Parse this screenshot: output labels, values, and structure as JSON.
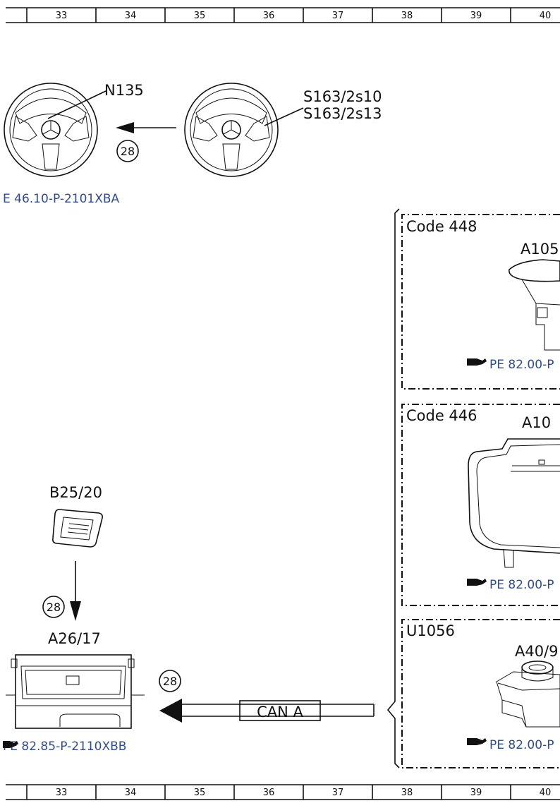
{
  "ruler": {
    "columns": [
      "33",
      "34",
      "35",
      "36",
      "37",
      "38",
      "39",
      "40"
    ]
  },
  "labels": {
    "n135": "N135",
    "s163_line1": "S163/2s10",
    "s163_line2": "S163/2s13",
    "b25": "B25/20",
    "a26": "A26/17",
    "code448": "Code 448",
    "a105": "A105",
    "code446": "Code 446",
    "a10": "A10",
    "u1056": "U1056",
    "a40": "A40/9",
    "can_a": "CAN A",
    "bubble": "28"
  },
  "refs": {
    "steering": "E 46.10-P-2101XBA",
    "a26": "PE 82.85-P-2110XBB",
    "module": "PE 82.00-P"
  },
  "icons": {
    "pointer": "pointing-hand-icon"
  }
}
